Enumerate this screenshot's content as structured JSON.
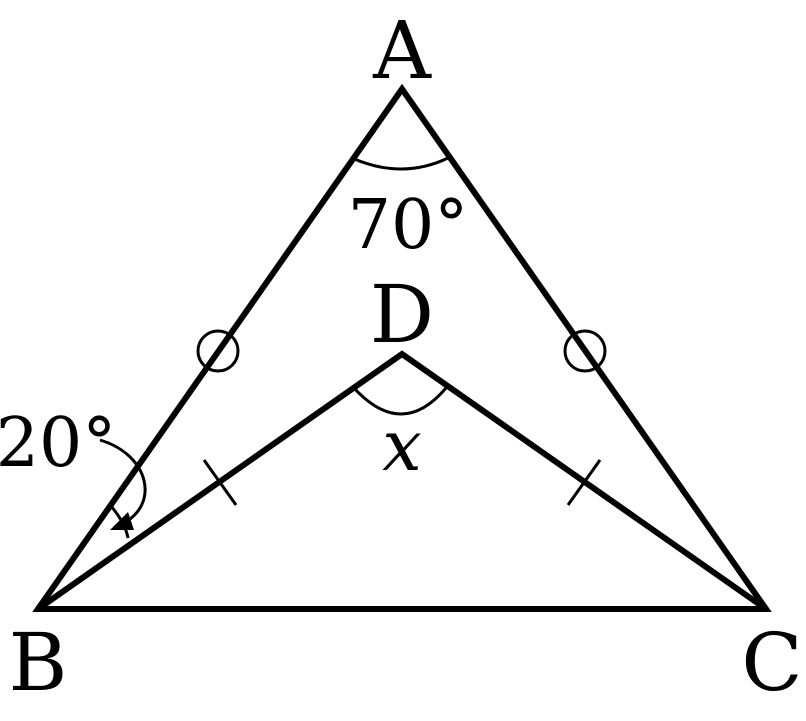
{
  "diagram": {
    "vertices": {
      "A": "A",
      "B": "B",
      "C": "C",
      "D": "D"
    },
    "angles": {
      "at_A": "70°",
      "at_B_ABD": "20°",
      "at_D": "x"
    },
    "marks": {
      "AB_AC_equal": "circle",
      "BD_DC_equal": "tick"
    },
    "colors": {
      "stroke": "#000000",
      "background": "#ffffff"
    }
  }
}
